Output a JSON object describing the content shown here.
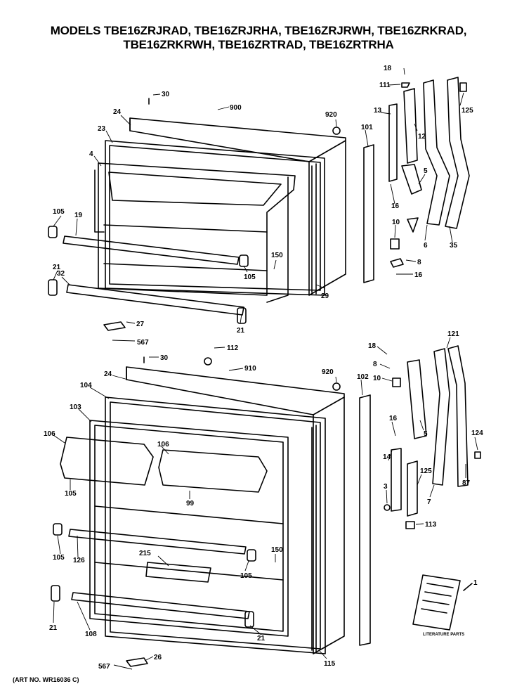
{
  "title_line1": "MODELS TBE16ZRJRAD, TBE16ZRJRHA, TBE16ZRJRWH, TBE16ZRKRAD,",
  "title_line2": "TBE16ZRKRWH, TBE16ZRTRAD, TBE16ZRTRHA",
  "art_no": "(ART NO. WR16036 C)",
  "literature_label": "LITERATURE PARTS",
  "callouts": {
    "c30a": "30",
    "c900": "900",
    "c920a": "920",
    "c24a": "24",
    "c23": "23",
    "c4": "4",
    "c105a": "105",
    "c19": "19",
    "c105b": "105",
    "c150a": "150",
    "c21a": "21",
    "c32": "32",
    "c21b": "21",
    "c27": "27",
    "c567a": "567",
    "c29": "29",
    "c112": "112",
    "c18a": "18",
    "c111": "111",
    "c13": "13",
    "c12": "12",
    "c101": "101",
    "c125a": "125",
    "c16a": "16",
    "c5a": "5",
    "c10a": "10",
    "c6": "6",
    "c35": "35",
    "c8": "8",
    "c16b": "16",
    "c30b": "30",
    "c910": "910",
    "c920b": "920",
    "c24b": "24",
    "c104": "104",
    "c103": "103",
    "c106a": "106",
    "c106b": "106",
    "c105c": "105",
    "c99": "99",
    "c105d": "105",
    "c126": "126",
    "c215": "215",
    "c105e": "105",
    "c150b": "150",
    "c21c": "21",
    "c108": "108",
    "c21d": "21",
    "c567b": "567",
    "c26": "26",
    "c115": "115",
    "c102": "102",
    "c18b": "18",
    "c8b": "8",
    "c10b": "10",
    "c16c": "16",
    "c14": "14",
    "c5b": "5",
    "c3": "3",
    "c125b": "125",
    "c113": "113",
    "c121": "121",
    "c124": "124",
    "c87": "87",
    "c7": "7",
    "c1": "1"
  }
}
